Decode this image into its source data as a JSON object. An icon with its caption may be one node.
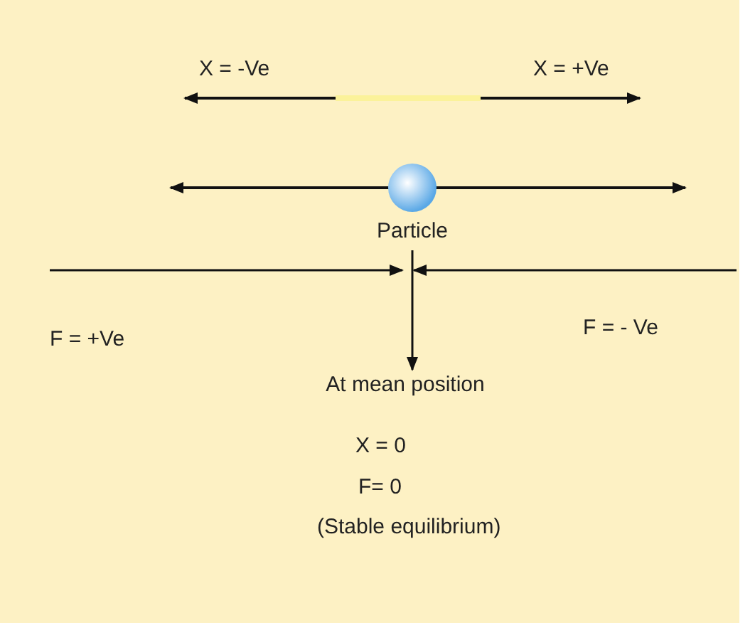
{
  "diagram": {
    "nodes": [
      {
        "text": [],
        "shape": "circle",
        "beside": [
          "Particle"
        ]
      },
      {
        "text": [
          "At mean position"
        ]
      }
    ],
    "edges": [
      {
        "from": 0,
        "to": 1,
        "arrow": "to"
      }
    ],
    "labels": [
      "X = -Ve",
      "X = +Ve",
      "F = +Ve",
      "F = - Ve",
      "X = 0",
      "F= 0",
      "(Stable equilibrium)"
    ]
  }
}
